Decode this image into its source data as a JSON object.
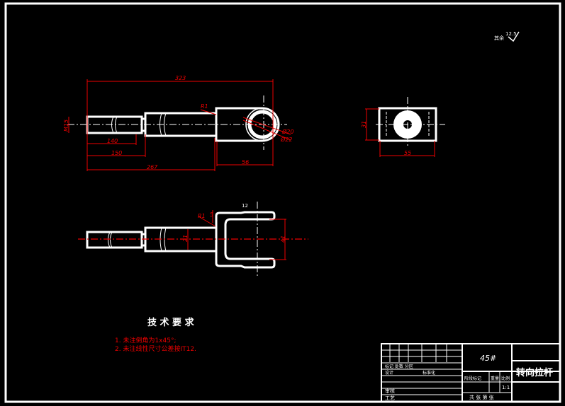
{
  "roughness": {
    "label": "其余",
    "value": "12.5"
  },
  "front_view": {
    "dims": {
      "overall": "323",
      "thread": "M15",
      "d140": "140",
      "d150": "150",
      "d267": "267",
      "head": "56",
      "r1": "R1",
      "dia20": "Ø20",
      "dia22": "Ø22"
    }
  },
  "top_view": {
    "dims": {
      "shaft": "21",
      "slot": "41",
      "r1": "R1",
      "r2": "5",
      "thick": "12"
    }
  },
  "side_view": {
    "dims": {
      "height": "31",
      "width": "55"
    }
  },
  "tech_req": {
    "title": "技 术 要 求",
    "items": [
      "1. 未注倒角为1x45°;",
      "2. 未注线性尺寸公差按IT12."
    ]
  },
  "title_block": {
    "material": "45#",
    "part_name": "转向拉杆",
    "marks": "标记 处数 分区",
    "design": "设计",
    "standard": "标准化",
    "review": "审核",
    "process": "工艺",
    "stage": "阶段标记",
    "weight": "重量",
    "scale_label": "比例",
    "scale": "1:1",
    "sheets": "共 张 第 张"
  }
}
